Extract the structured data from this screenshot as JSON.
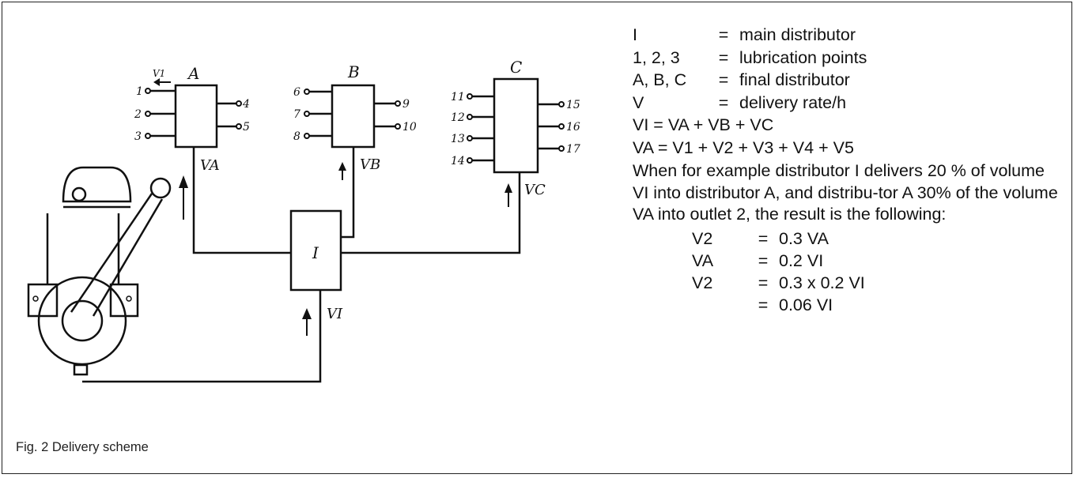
{
  "diagram": {
    "block_A": "A",
    "block_B": "B",
    "block_C": "C",
    "block_I": "I",
    "flow_VA": "VA",
    "flow_VB": "VB",
    "flow_VC": "VC",
    "flow_VI": "VI",
    "flow_V1": "V1",
    "outlets": [
      "1",
      "2",
      "3",
      "4",
      "5",
      "6",
      "7",
      "8",
      "9",
      "10",
      "11",
      "12",
      "13",
      "14",
      "15",
      "16",
      "17"
    ]
  },
  "legend": {
    "definitions": [
      {
        "symbol": "I",
        "eq": "=",
        "text": "main distributor"
      },
      {
        "symbol": "1, 2, 3",
        "eq": "=",
        "text": "lubrication points"
      },
      {
        "symbol": "A, B, C",
        "eq": "=",
        "text": "final distributor"
      },
      {
        "symbol": "V",
        "eq": "=",
        "text": "delivery rate/h"
      }
    ],
    "formula_1": "VI = VA + VB + VC",
    "formula_2": "VA = V1 + V2 + V3 + V4 + V5",
    "paragraph": "When for example distributor I delivers 20 % of volume VI into distributor A, and distribu-tor A  30% of the volume VA into outlet 2, the result is the following:",
    "calculation": [
      {
        "left": "V2",
        "eq": "=",
        "right": "0.3 VA"
      },
      {
        "left": "VA",
        "eq": "=",
        "right": "0.2 VI"
      },
      {
        "left": "V2",
        "eq": "=",
        "right": "0.3 x 0.2 VI"
      },
      {
        "left": "",
        "eq": "=",
        "right": "0.06 VI"
      }
    ]
  },
  "caption": "Fig. 2 Delivery scheme"
}
